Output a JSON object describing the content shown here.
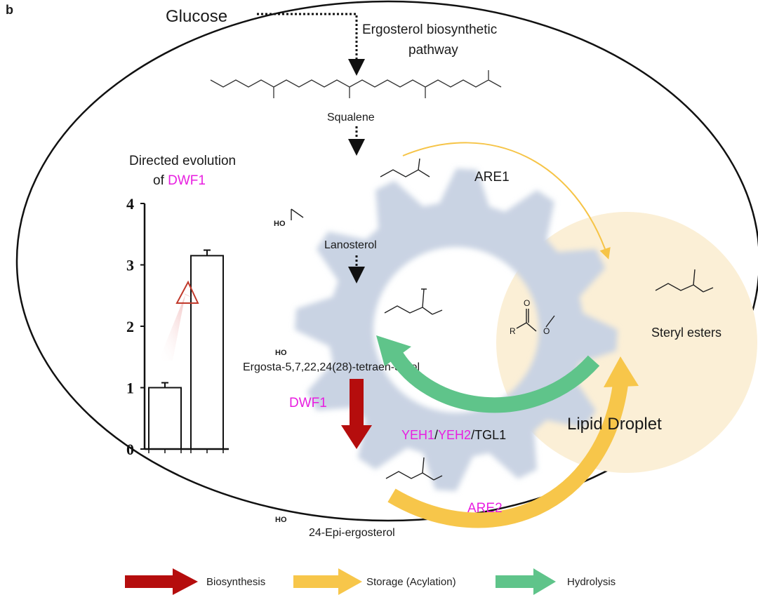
{
  "panel_label": "b",
  "start": "Glucose",
  "pathway_label_line1": "Ergosterol biosynthetic",
  "pathway_label_line2": "pathway",
  "compounds": {
    "squalene": "Squalene",
    "lanosterol": "Lanosterol",
    "tetraenol": "Ergosta-5,7,22,24(28)-tetraen-3β-ol",
    "epi_ergosterol": "24-Epi-ergosterol",
    "steryl_esters": "Steryl esters"
  },
  "structure_atoms": {
    "hydroxyl": "HO",
    "carbonyl_oxygen": "O",
    "ester_oxygen": "O",
    "r_group": "R"
  },
  "enzymes": {
    "are1": "ARE1",
    "are2": "ARE2",
    "dwf1": "DWF1",
    "yeh1": "YEH1",
    "sep1": "/",
    "yeh2": "YEH2",
    "sep2": "/",
    "tgl1": "TGL1"
  },
  "compartment": "Lipid Droplet",
  "inset_title_line1": "Directed evolution",
  "inset_title_line2_prefix": "of ",
  "inset_title_line2_highlight": "DWF1",
  "legend": [
    {
      "label": "Biosynthesis",
      "color": "#b50d0d"
    },
    {
      "label": "Storage (Acylation)",
      "color": "#f7c64a"
    },
    {
      "label": "Hydrolysis",
      "color": "#5fc48a"
    }
  ],
  "colors": {
    "magenta": "#e81ee0",
    "biosynthesis": "#b50d0d",
    "storage": "#f7c64a",
    "hydrolysis": "#5fc48a",
    "gear": "#c9d3e3",
    "lipid_droplet": "#fbefd6"
  },
  "chart_data": {
    "type": "bar",
    "categories": [
      "",
      ""
    ],
    "values": [
      1.0,
      3.15
    ],
    "errors": [
      0.08,
      0.09
    ],
    "ylim": [
      0,
      4
    ],
    "yticks": [
      "0",
      "1",
      "2",
      "3",
      "4"
    ],
    "title": "",
    "xlabel": "",
    "ylabel": ""
  }
}
